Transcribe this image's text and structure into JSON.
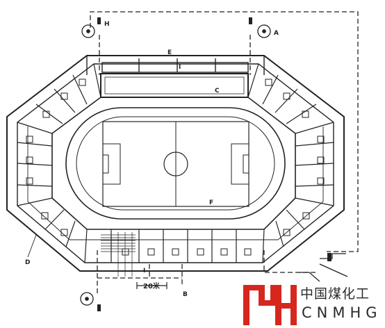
{
  "drawing": {
    "labels": {
      "a": "A",
      "b": "B",
      "c": "C",
      "d": "D",
      "e": "E",
      "f": "F",
      "h": "H",
      "i_top": "I",
      "i_bottom": "I"
    },
    "scale_text": "20米"
  },
  "logo": {
    "chinese": "中国煤化工",
    "latin": "CNMHG",
    "mark_color": "#d7261e"
  }
}
